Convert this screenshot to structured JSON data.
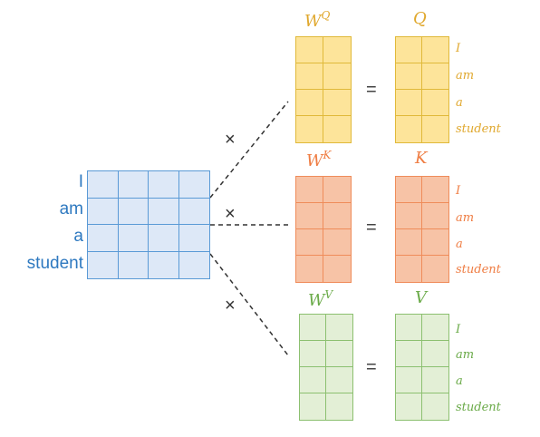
{
  "input_words": [
    "I",
    "am",
    "a",
    "student"
  ],
  "operators": {
    "times": "×",
    "equals": "="
  },
  "branches": [
    {
      "weight_base": "W",
      "weight_sup": "Q",
      "output_label": "Q",
      "color": "#e0a82e",
      "words": [
        "I",
        "am",
        "a",
        "student"
      ]
    },
    {
      "weight_base": "W",
      "weight_sup": "K",
      "output_label": "K",
      "color": "#ef7d43",
      "words": [
        "I",
        "am",
        "a",
        "student"
      ]
    },
    {
      "weight_base": "W",
      "weight_sup": "V",
      "output_label": "V",
      "color": "#6aaa48",
      "words": [
        "I",
        "am",
        "a",
        "student"
      ]
    }
  ]
}
